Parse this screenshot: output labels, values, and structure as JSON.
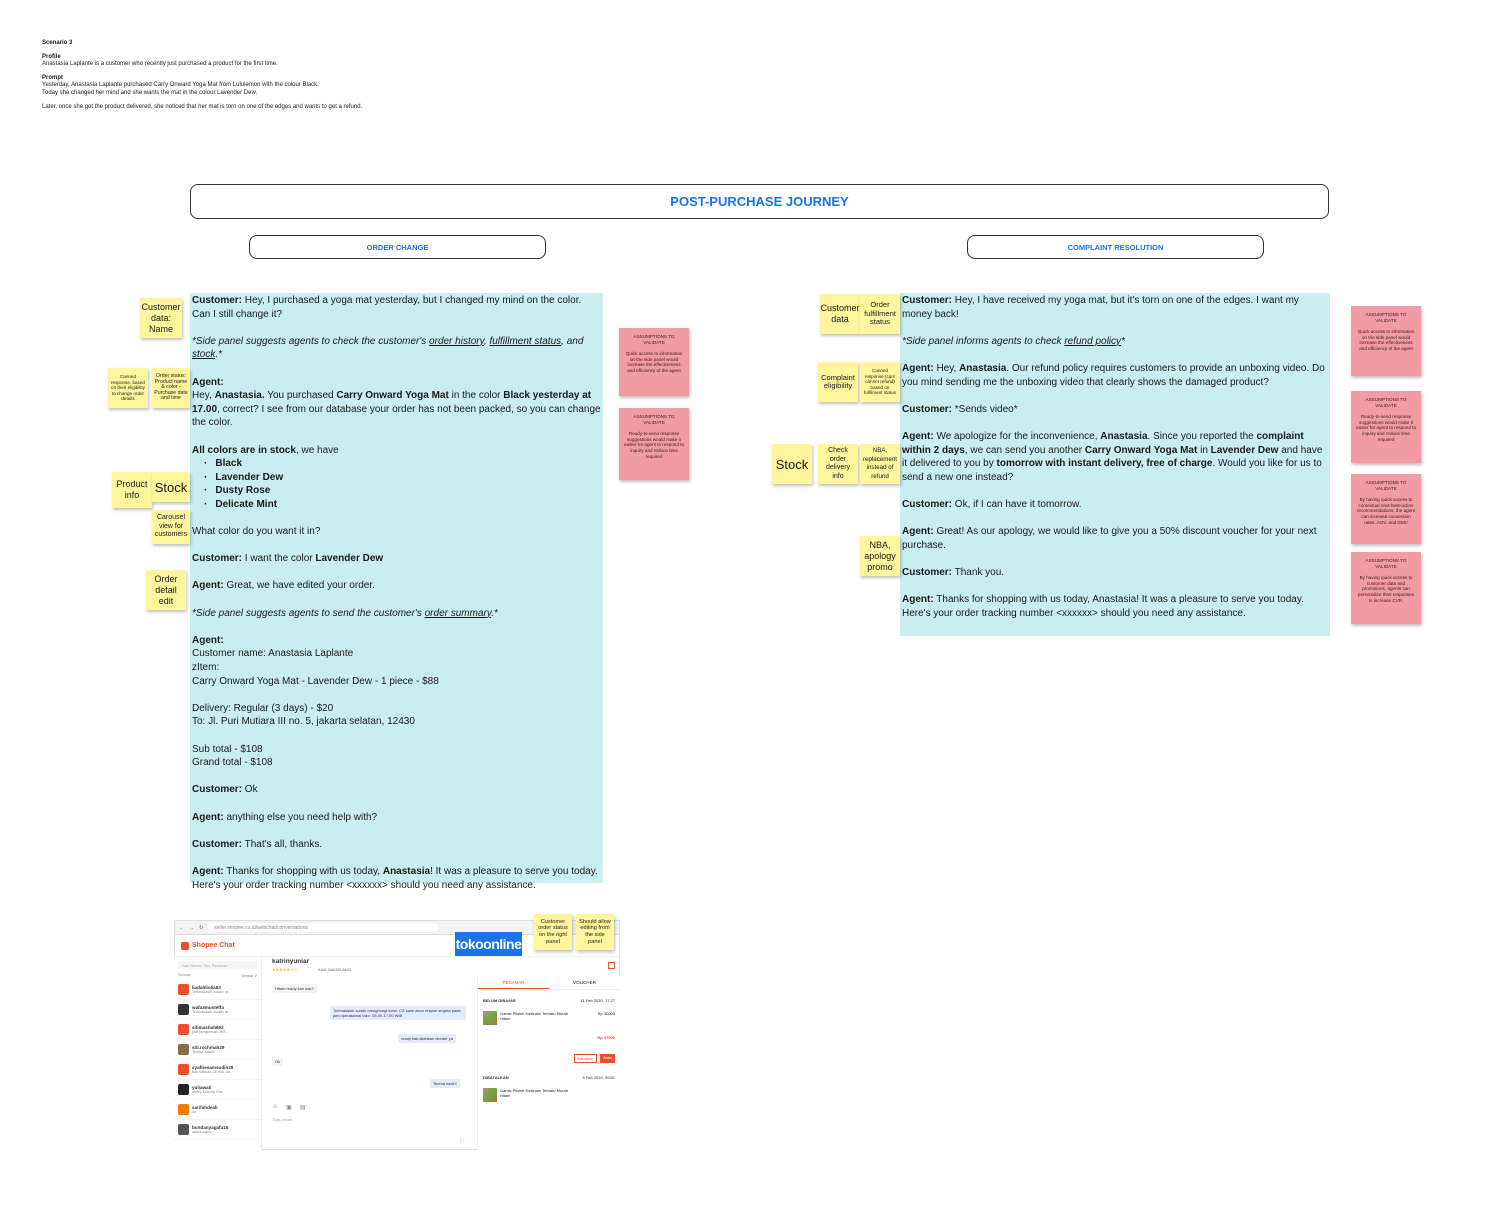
{
  "scenario": {
    "title": "Scenario 3",
    "profile_label": "Profile",
    "profile_text": "Anastasia Laplante is a customer who recently just purchased a product for the first time.",
    "prompt_label": "Prompt",
    "prompt_line1": "Yesterday, Anastasia Laplante purchased Carry Onward Yoga Mat from Lululemon with the colour Black.",
    "prompt_line2": "Today she changed her mind and she wants the mat in the colour Lavender Dew.",
    "prompt_line3": "Later, once she got the product delivered, she noticed that her mat is torn on one of the edges and wants to get a refund."
  },
  "journey_title": "POST-PURCHASE JOURNEY",
  "order_change": {
    "title": "ORDER CHANGE",
    "m1_who": "Customer:",
    "m1_text": " Hey, I purchased a yoga mat yesterday, but I changed my mind on the color. Can I still change it?",
    "m2_a": "*Side panel suggests agents to check the customer's ",
    "m2_l1": "order history",
    "m2_sep1": ", ",
    "m2_l2": "fulfillment status",
    "m2_sep2": ", and ",
    "m2_l3": "stock",
    "m2_end": ".*",
    "m3_who": "Agent:",
    "m3_t1": "Hey, ",
    "m3_b1": "Anastasia.",
    "m3_t2": " You purchased ",
    "m3_b2": "Carry Onward Yoga Mat",
    "m3_t3": " in the color ",
    "m3_b3": "Black yesterday at 17.00",
    "m3_t4": ", correct? I see from our database your order has not been packed, so you can change the color.",
    "m4_b": "All colors are in stock",
    "m4_t": ", we have",
    "colors": [
      "Black",
      "Lavender Dew",
      "Dusty Rose",
      "Delicate Mint"
    ],
    "m5": "What color do you want it in?",
    "m6_who": "Customer:",
    "m6_t": " I want the color ",
    "m6_b": "Lavender Dew",
    "m7_who": "Agent:",
    "m7_t": " Great, we have edited your order.",
    "m8_a": "*Side panel suggests agents to send the customer's ",
    "m8_l": "order summary",
    "m8_end": ".*",
    "m9_who": "Agent:",
    "m9_l1": "Customer name: Anastasia Laplante",
    "m9_l2": "zItem:",
    "m9_l3": "Carry Onward Yoga Mat - Lavender Dew - 1 piece - $88",
    "m9_l4": "Delivery: Regular (3 days) - $20",
    "m9_l5": "To: Jl. Puri Mutiara III no. 5, jakarta selatan, 12430",
    "m9_l6": "Sub total - $108",
    "m9_l7": "Grand total - $108",
    "m10_who": "Customer:",
    "m10_t": "  Ok",
    "m11_who": "Agent:",
    "m11_t": " anything else you need help with?",
    "m12_who": "Customer:",
    "m12_t": " That's all, thanks.",
    "m13_who": "Agent:",
    "m13_t1": " Thanks for shopping with us today, ",
    "m13_b": "Anastasia",
    "m13_t2": "! It was a pleasure to serve you today. Here's your order tracking number <xxxxxx> should you need any assistance.",
    "stickies": {
      "s1": "Customer data: Name",
      "s2": "Canned response, based on their eligibility to change order details",
      "s3": "Order status: Product name & color - Purchase date and time",
      "s4": "Product info",
      "s5": "Stock",
      "s6": "Carousel view for customers",
      "s7": "Order detail edit"
    },
    "assumptions": [
      {
        "head": "ASSUMPTIONS TO VALIDATE",
        "body": "Quick access to information on the side panel would increase the effectiveness and efficiency of the agent"
      },
      {
        "head": "ASSUMPTIONS TO VALIDATE",
        "body": "Ready-to-send response suggestions would make it easier for agent to respond to inquiry and reduce time required"
      }
    ]
  },
  "complaint": {
    "title": "COMPLAINT RESOLUTION",
    "c1_who": "Customer:",
    "c1_t": " Hey, I have received my yoga mat, but it's torn on one of the edges. I want my money back!",
    "c2_a": "*Side panel informs agents to check ",
    "c2_l": "refund policy",
    "c2_end": "*",
    "c3_who": "Agent:",
    "c3_t1": " Hey, ",
    "c3_b": "Anastasia",
    "c3_t2": ". Our refund policy requires customers to provide an unboxing video.  Do you mind sending me the unboxing video that clearly shows the damaged product?",
    "c4_who": "Customer:",
    "c4_t": " *Sends video*",
    "c5_who": "Agent:",
    "c5_t1": " We apologize for the inconvenience, ",
    "c5_b1": "Anastasia",
    "c5_t2": ". Since you reported the ",
    "c5_b2": "complaint within 2 days",
    "c5_t3": ", we can send you another ",
    "c5_b3": "Carry Onward Yoga Mat",
    "c5_t4": " in ",
    "c5_b4": "Lavender Dew",
    "c5_t5": " and have it delivered to you by ",
    "c5_b5": "tomorrow with instant delivery, free of charge",
    "c5_t6": ". Would you like for us to send a new one instead?",
    "c6_who": "Customer:",
    "c6_t": " Ok, if I can have it tomorrow.",
    "c7_who": "Agent:",
    "c7_t": " Great! As our apology, we would like to give you a 50% discount voucher for your next purchase.",
    "c8_who": "Customer:",
    "c8_t": " Thank you.",
    "c9_who": "Agent:",
    "c9_t": " Thanks for shopping with us today, Anastasia! It was a pleasure to serve you today. Here's your order tracking number <xxxxxx> should you need any assistance.",
    "stickies": {
      "s1": "Customer data",
      "s2": "Order fulfillment status",
      "s3": "Complaint eligibility",
      "s4": "Canned response (can/ cannot refund) based on fulfilment status",
      "s5": "Stock",
      "s6": "Check order delivery info",
      "s7": "NBA, replacement instead of refund",
      "s8": "NBA, apology promo"
    },
    "assumptions": [
      {
        "head": "ASSUMPTIONS TO VALIDATE",
        "body": "Quick access to information on the side panel would increase the effectiveness and efficiency of the agent"
      },
      {
        "head": "ASSUMPTIONS TO VALIDATE",
        "body": "Ready-to-send response suggestions would make it easier for agent to respond to inquiry and reduce time required"
      },
      {
        "head": "ASSUMPTIONS TO VALIDATE",
        "body": "By having quick access to contextual next-best-action recommendations, the agent can increase conversion rates, AOV, and GMV"
      },
      {
        "head": "ASSUMPTIONS TO VALIDATE",
        "body": "By having quick access to customer data and promotions, agents can personalize their responses to increase CVR."
      }
    ]
  },
  "screenshot_notes": {
    "n1": "Customer order status on the right panel",
    "n2": "Should allow editing from the side panel"
  },
  "shopee": {
    "url": "seller.shopee.co.id/webchat/conversations",
    "app_name": "Shopee Chat",
    "brand": "tokoonline",
    "search_placeholder": "Cari Nama / No. Pesanan",
    "filter_all": "Semua",
    "filter_label": "Semua ∨",
    "chat_user": "katrinyuniar",
    "rating": "★★★★★  5.0",
    "location": "KAB. MAGELANG",
    "contacts": [
      {
        "name": "liadahliolia83",
        "msg": "Terimakasih sudah m..."
      },
      {
        "name": "wafa3musteffa",
        "msg": "Terimakasih sudah m..."
      },
      {
        "name": "sitimastiah692",
        "msg": "jadi pengiriman JNT..."
      },
      {
        "name": "siti.rochmah29",
        "msg": "Terima Kasih!"
      },
      {
        "name": "syafriesamsudin28",
        "msg": "kak sabuan 35 ribu, kk..."
      },
      {
        "name": "yuliawati",
        "msg": "sialey kosong Kka"
      },
      {
        "name": "sarifahdeali",
        "msg": "ok"
      },
      {
        "name": "bundanyagafa15",
        "msg": "sama-sama"
      }
    ],
    "msg1": "Hitam ready kan kak?",
    "msg2": "Terimakasih sudah menghungi kami. CS kami akan respon segera pada jam operasional toko: 08.00-17.00 WIB",
    "msg3": "ready kak,silahkan diorder ya",
    "msg4": "Ok",
    "msg5": "Terima kasih!",
    "input_hint": "Tulis pesan",
    "tab_orders": "PESANAN",
    "tab_voucher": "VOUCHER",
    "order_status1": "BELUM DIBAYAR",
    "order_date1": "11 Feb 2020, 17:27",
    "product": "Gamis Plisket Kekinian Terbaru Murah",
    "variant": "Hitam",
    "price": "Rp 30000",
    "total": "Rp 37000",
    "cancel_btn": "Batalkan",
    "pay_btn": "Atasi",
    "order_status2": "DIBATALKAN",
    "order_date2": "5 Feb 2020, 09:51"
  }
}
